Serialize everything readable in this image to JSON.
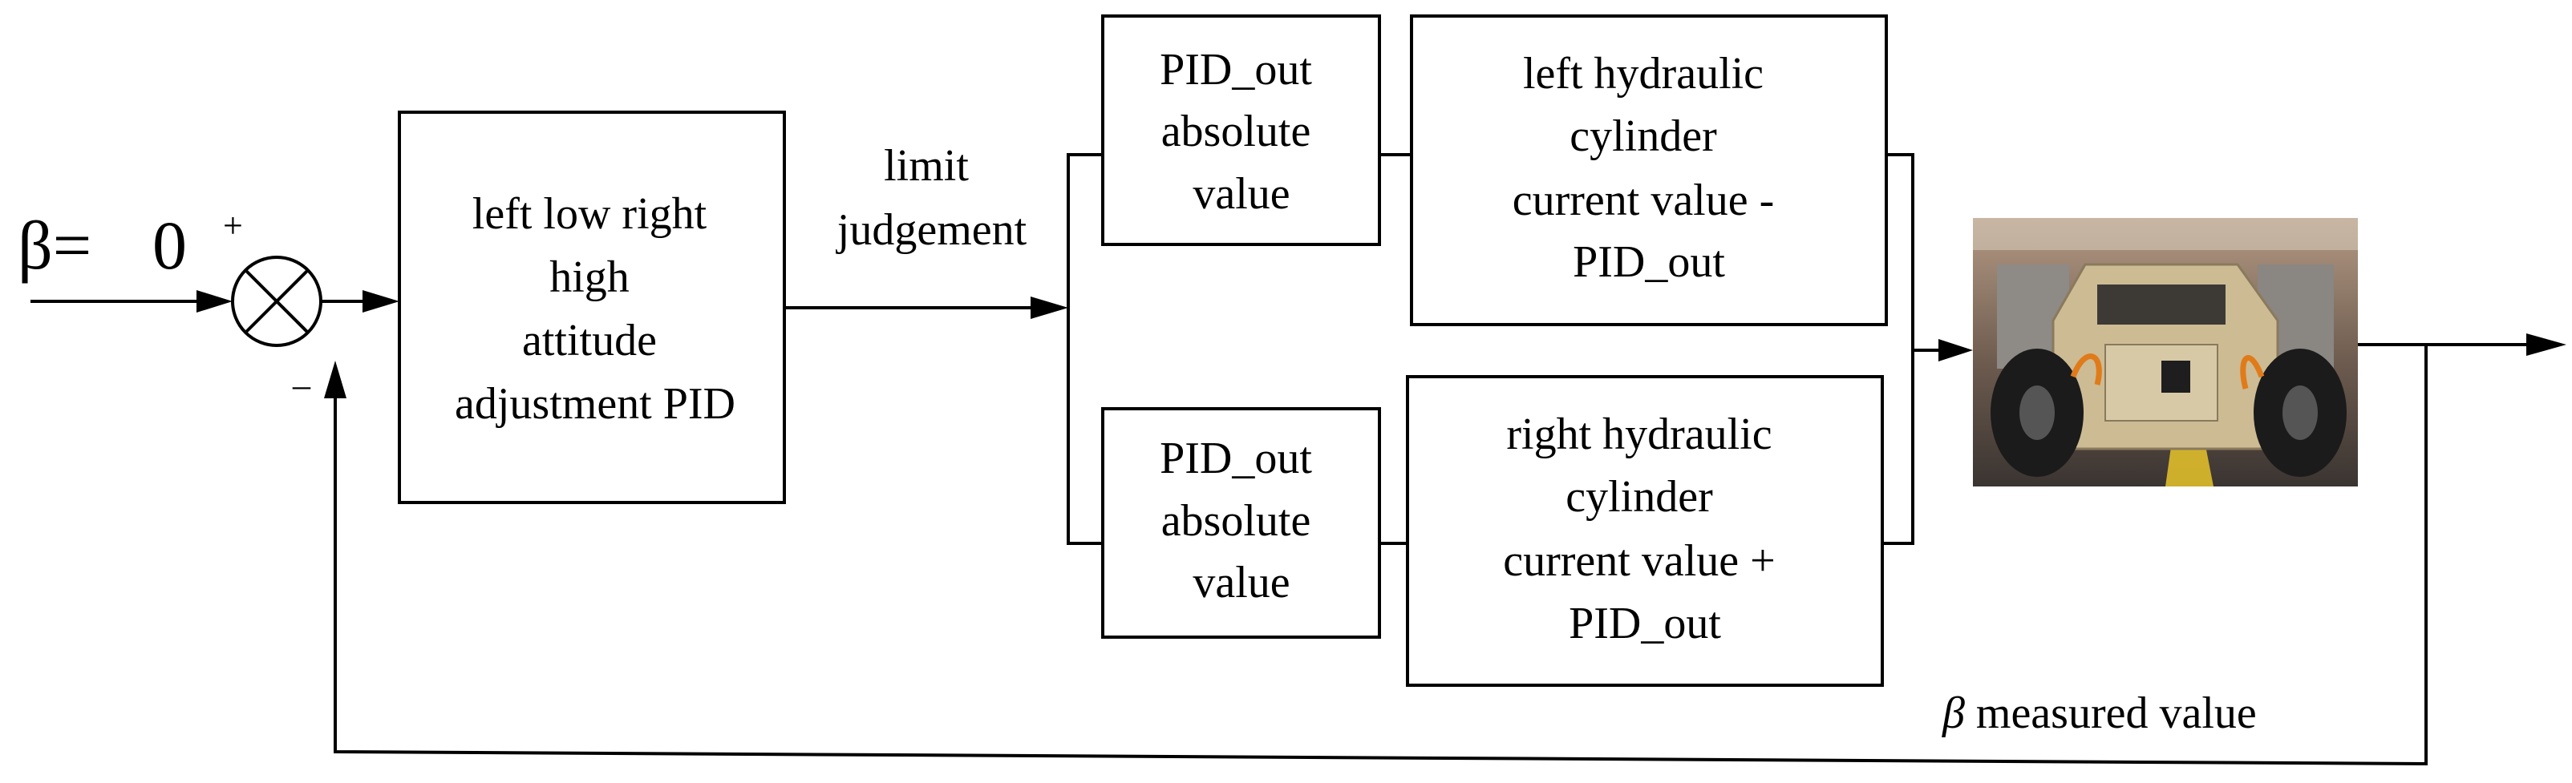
{
  "input": {
    "symbol": "β=",
    "value": "0"
  },
  "summing_junction": {
    "plus": "+",
    "minus": "–"
  },
  "controller_block": {
    "lines": [
      "left low right",
      "high",
      "attitude",
      "adjustment PID"
    ]
  },
  "limit_label": {
    "lines": [
      "limit",
      "judgement"
    ]
  },
  "abs_block_top": {
    "lines": [
      "PID_out",
      "absolute",
      "value"
    ]
  },
  "abs_block_bottom": {
    "lines": [
      "PID_out",
      "absolute",
      "value"
    ]
  },
  "left_cylinder_block": {
    "lines": [
      "left hydraulic",
      "cylinder",
      "current value -",
      "PID_out"
    ]
  },
  "right_cylinder_block": {
    "lines": [
      "right hydraulic",
      "cylinder",
      "current value +",
      "PID_out"
    ]
  },
  "feedback_label": {
    "symbol": "β",
    "text": " measured value"
  },
  "plant_image": {
    "description": "vehicle photo"
  },
  "colors": {
    "line": "#000000",
    "background": "#ffffff"
  }
}
